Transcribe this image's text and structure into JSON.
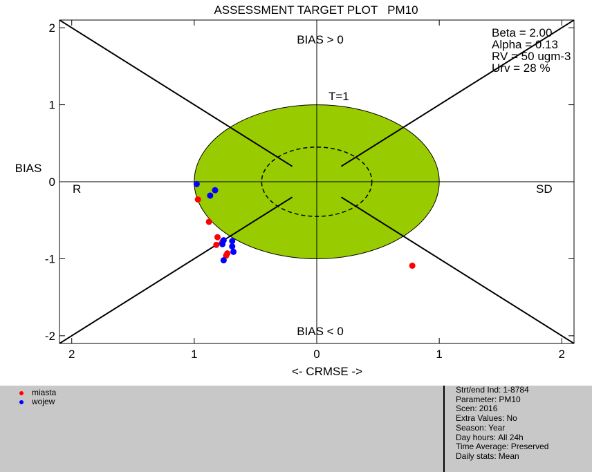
{
  "chart_data": {
    "type": "scatter",
    "title": "ASSESSMENT TARGET PLOT   PM10",
    "xlabel": "<- CRMSE ->",
    "ylabel": "BIAS",
    "xlim": [
      -2.1,
      2.1
    ],
    "ylim": [
      -2.1,
      2.1
    ],
    "x_ticks": [
      -2,
      -1,
      0,
      1,
      2
    ],
    "x_tick_labels": [
      "2",
      "1",
      "0",
      "1",
      "2"
    ],
    "y_ticks": [
      -2,
      -1,
      0,
      1,
      2
    ],
    "y_tick_labels": [
      "-2",
      "-1",
      "0",
      "1",
      "2"
    ],
    "target_radius": 1,
    "inner_dashed_radius": 0.45,
    "target_color": "#99cc00",
    "annotations": {
      "top": "BIAS > 0",
      "bottom": "BIAS < 0",
      "left": "R",
      "right": "SD",
      "target": "T=1"
    },
    "params": [
      "Beta = 2.00",
      "Alpha = 0.13",
      "RV = 50 ugm-3",
      "Urv = 28 %"
    ],
    "series": [
      {
        "name": "miasta",
        "color": "#ff0000",
        "points": [
          {
            "x": -0.97,
            "y": -0.23
          },
          {
            "x": -0.88,
            "y": -0.52
          },
          {
            "x": -0.81,
            "y": -0.72
          },
          {
            "x": -0.82,
            "y": -0.82
          },
          {
            "x": -0.77,
            "y": -0.78
          },
          {
            "x": -0.73,
            "y": -0.93
          },
          {
            "x": -0.74,
            "y": -0.96
          },
          {
            "x": 0.78,
            "y": -1.09
          }
        ]
      },
      {
        "name": "wojew",
        "color": "#0000ff",
        "points": [
          {
            "x": -0.98,
            "y": -0.03
          },
          {
            "x": -0.83,
            "y": -0.11
          },
          {
            "x": -0.87,
            "y": -0.18
          },
          {
            "x": -0.76,
            "y": -0.76
          },
          {
            "x": -0.77,
            "y": -0.81
          },
          {
            "x": -0.69,
            "y": -0.77
          },
          {
            "x": -0.69,
            "y": -0.84
          },
          {
            "x": -0.68,
            "y": -0.91
          },
          {
            "x": -0.76,
            "y": -1.02
          }
        ]
      }
    ]
  },
  "legend": [
    {
      "label": "miasta",
      "color": "#ff0000"
    },
    {
      "label": "wojew",
      "color": "#0000ff"
    }
  ],
  "info": [
    {
      "label": "Strt/end Ind:",
      "value": "1-8784"
    },
    {
      "label": "Parameter:",
      "value": "PM10"
    },
    {
      "label": "Scen:",
      "value": "2016"
    },
    {
      "label": "Extra Values:",
      "value": "No"
    },
    {
      "label": "Season:",
      "value": "Year"
    },
    {
      "label": "Day hours:",
      "value": "All 24h"
    },
    {
      "label": "Time Average:",
      "value": "Preserved"
    },
    {
      "label": "Daily stats:",
      "value": "Mean"
    }
  ]
}
